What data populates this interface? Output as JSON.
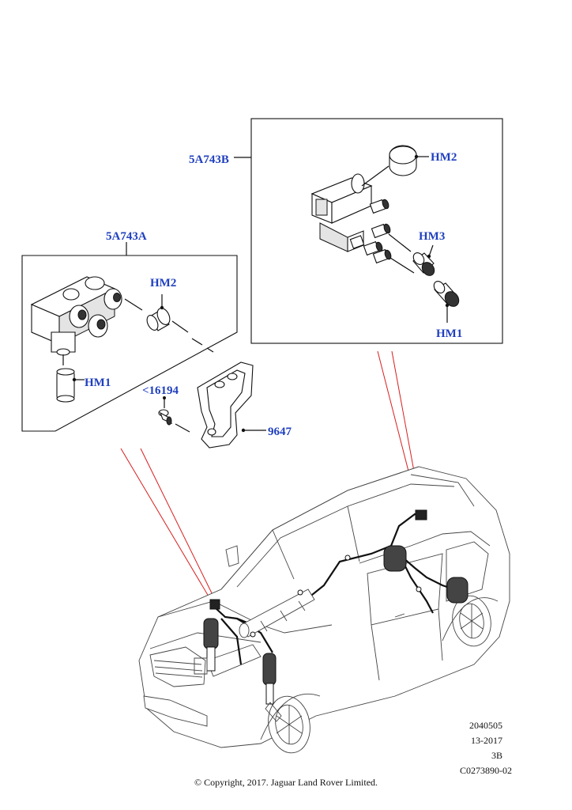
{
  "callouts": {
    "assy_b": "5A743B",
    "b_hm2": "HM2",
    "b_hm3": "HM3",
    "b_hm1": "HM1",
    "assy_a": "5A743A",
    "a_hm2": "HM2",
    "a_hm1": "HM1",
    "part_16194": "<16194",
    "part_9647": "9647"
  },
  "info_block": {
    "line1": "2040505",
    "line2": "13-2017",
    "line3": "3B",
    "line4": "C0273890-02"
  },
  "copyright": "© Copyright, 2017. Jaguar Land Rover Limited.",
  "colors": {
    "callout": "#1f3fbf",
    "leader_red": "#d81e1e"
  }
}
